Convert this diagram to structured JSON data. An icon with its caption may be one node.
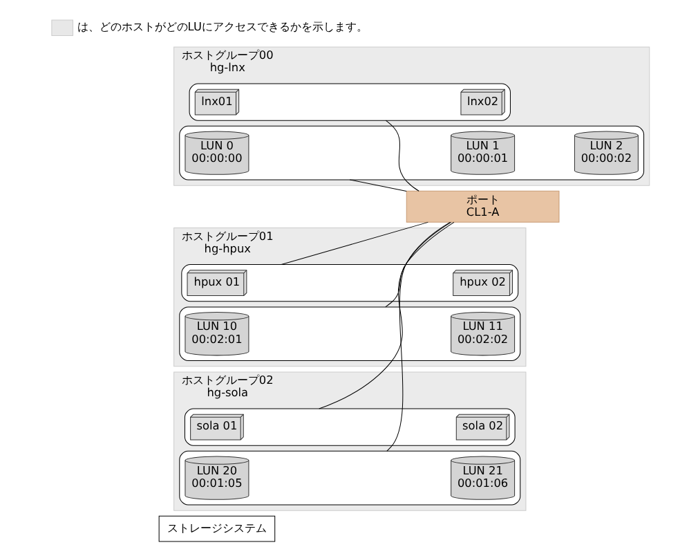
{
  "diagram": {
    "nodes": [
      {
        "text": [
          "ストレージシステム"
        ]
      },
      {
        "text": [
          "ホストグループ00",
          "hg-lnx"
        ]
      },
      {
        "text": [],
        "shape": "ellipse",
        "in": 1
      },
      {
        "text": [
          "lnx01"
        ],
        "in": 2
      },
      {
        "text": [
          "lnx02"
        ],
        "in": 2
      },
      {
        "text": [],
        "shape": "ellipse",
        "in": 1
      },
      {
        "text": [
          "LUN 0",
          "00:00:00"
        ],
        "in": 5
      },
      {
        "text": [
          "LUN 1",
          "00:00:01"
        ],
        "in": 5
      },
      {
        "text": [
          "LUN 2",
          "00:00:02"
        ],
        "in": 5
      },
      {
        "text": [
          "ホストグループ01",
          "hg-hpux"
        ]
      },
      {
        "text": [],
        "shape": "ellipse",
        "in": 9
      },
      {
        "text": [
          "hpux 01"
        ],
        "in": 10
      },
      {
        "text": [
          "hpux 02"
        ],
        "in": 10
      },
      {
        "text": [],
        "shape": "ellipse",
        "in": 9
      },
      {
        "text": [
          "LUN 10",
          "00:02:01"
        ],
        "in": 13
      },
      {
        "text": [
          "LUN 11",
          "00:02:02"
        ],
        "in": 13
      },
      {
        "text": [
          "ホストグループ02",
          "hg-sola"
        ]
      },
      {
        "text": [],
        "shape": "ellipse",
        "in": 16
      },
      {
        "text": [
          "sola 01"
        ],
        "in": 17
      },
      {
        "text": [
          "sola 02"
        ],
        "in": 17
      },
      {
        "text": [],
        "shape": "ellipse",
        "in": 16
      },
      {
        "text": [
          "LUN 20",
          "00:01:05"
        ],
        "in": 20
      },
      {
        "text": [
          "LUN 21",
          "00:01:06"
        ],
        "in": 20
      },
      {
        "text": [
          "ポート",
          "CL1-A"
        ]
      }
    ],
    "edges": [
      {
        "from": 2,
        "to": 23,
        "arrow": "none"
      },
      {
        "from": 23,
        "to": 5,
        "arrow": "none"
      },
      {
        "from": 10,
        "to": 23,
        "arrow": "none"
      },
      {
        "from": 23,
        "to": 13,
        "arrow": "none"
      },
      {
        "from": 17,
        "to": 23,
        "arrow": "none"
      },
      {
        "from": 23,
        "to": 20,
        "arrow": "none"
      }
    ],
    "legend": [
      {
        "text": "は、どのホストがどのLUにアクセスできるかを示します。",
        "color": "#e8e8e8"
      }
    ]
  }
}
